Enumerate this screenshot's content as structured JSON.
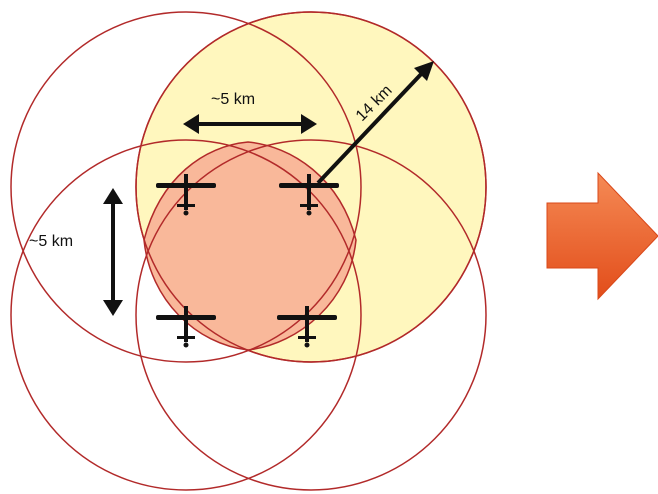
{
  "labels": {
    "horizontal_spacing": "~5 km",
    "vertical_spacing": "~5 km",
    "radius": "14 km"
  },
  "colors": {
    "circle_stroke": "#b22a2a",
    "coverage_fill": "#fff7be",
    "overlap_fill": "#f9b89a",
    "arrow_fill": "#ec5a24",
    "aircraft": "#111111"
  },
  "icons": {
    "aircraft": "airplane-icon",
    "next_step": "orange-right-arrow-icon"
  }
}
